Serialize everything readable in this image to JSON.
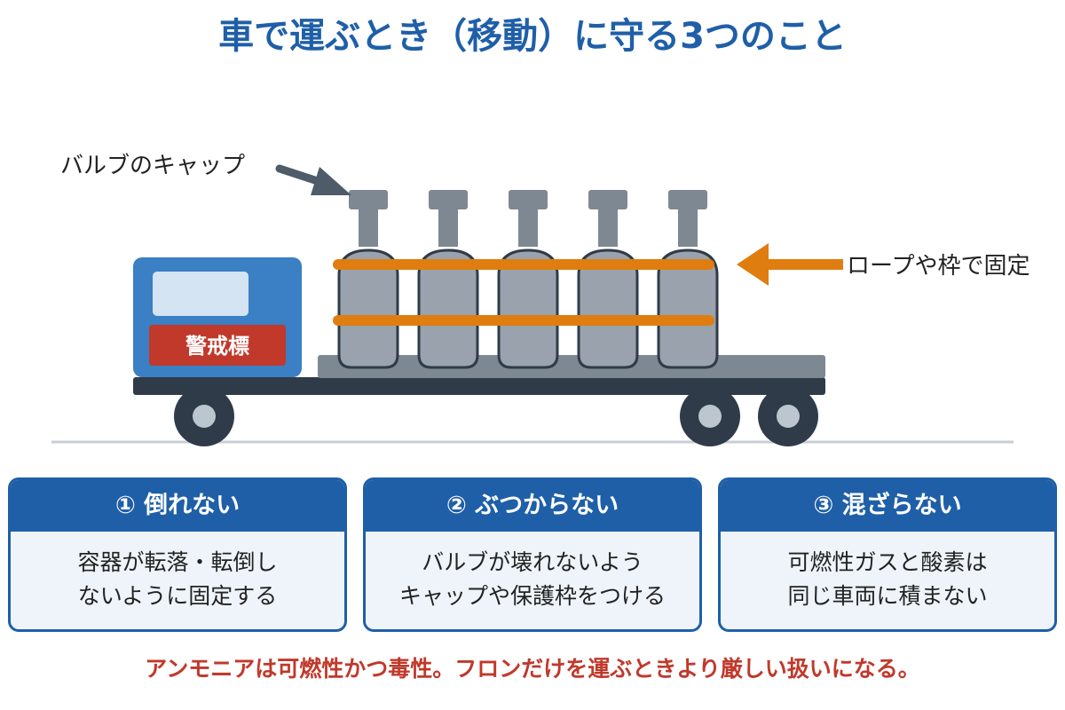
{
  "title": "車で運ぶとき（移動）に守る3つのこと",
  "labels": {
    "valve_cap": "バルブのキャップ",
    "rope": "ロープや枠で固定",
    "warning_sign": "警戒標"
  },
  "rules": [
    {
      "heading": "① 倒れない",
      "lines": [
        "容器が転落・転倒し",
        "ないように固定する"
      ]
    },
    {
      "heading": "② ぶつからない",
      "lines": [
        "バルブが壊れないよう",
        "キャップや保護枠をつける"
      ]
    },
    {
      "heading": "③ 混ざらない",
      "lines": [
        "可燃性ガスと酸素は",
        "同じ車両に積まない"
      ]
    }
  ],
  "note": "アンモニアは可燃性かつ毒性。フロンだけを運ぶときより厳しい扱いになる。",
  "colors": {
    "blue": "#1f5fa8",
    "cab_blue": "#3b7fc4",
    "red": "#c0392b",
    "orange": "#e07d10",
    "cylinder": "#9aa3ad",
    "bed": "#7e8893",
    "dark": "#2f3b48"
  }
}
